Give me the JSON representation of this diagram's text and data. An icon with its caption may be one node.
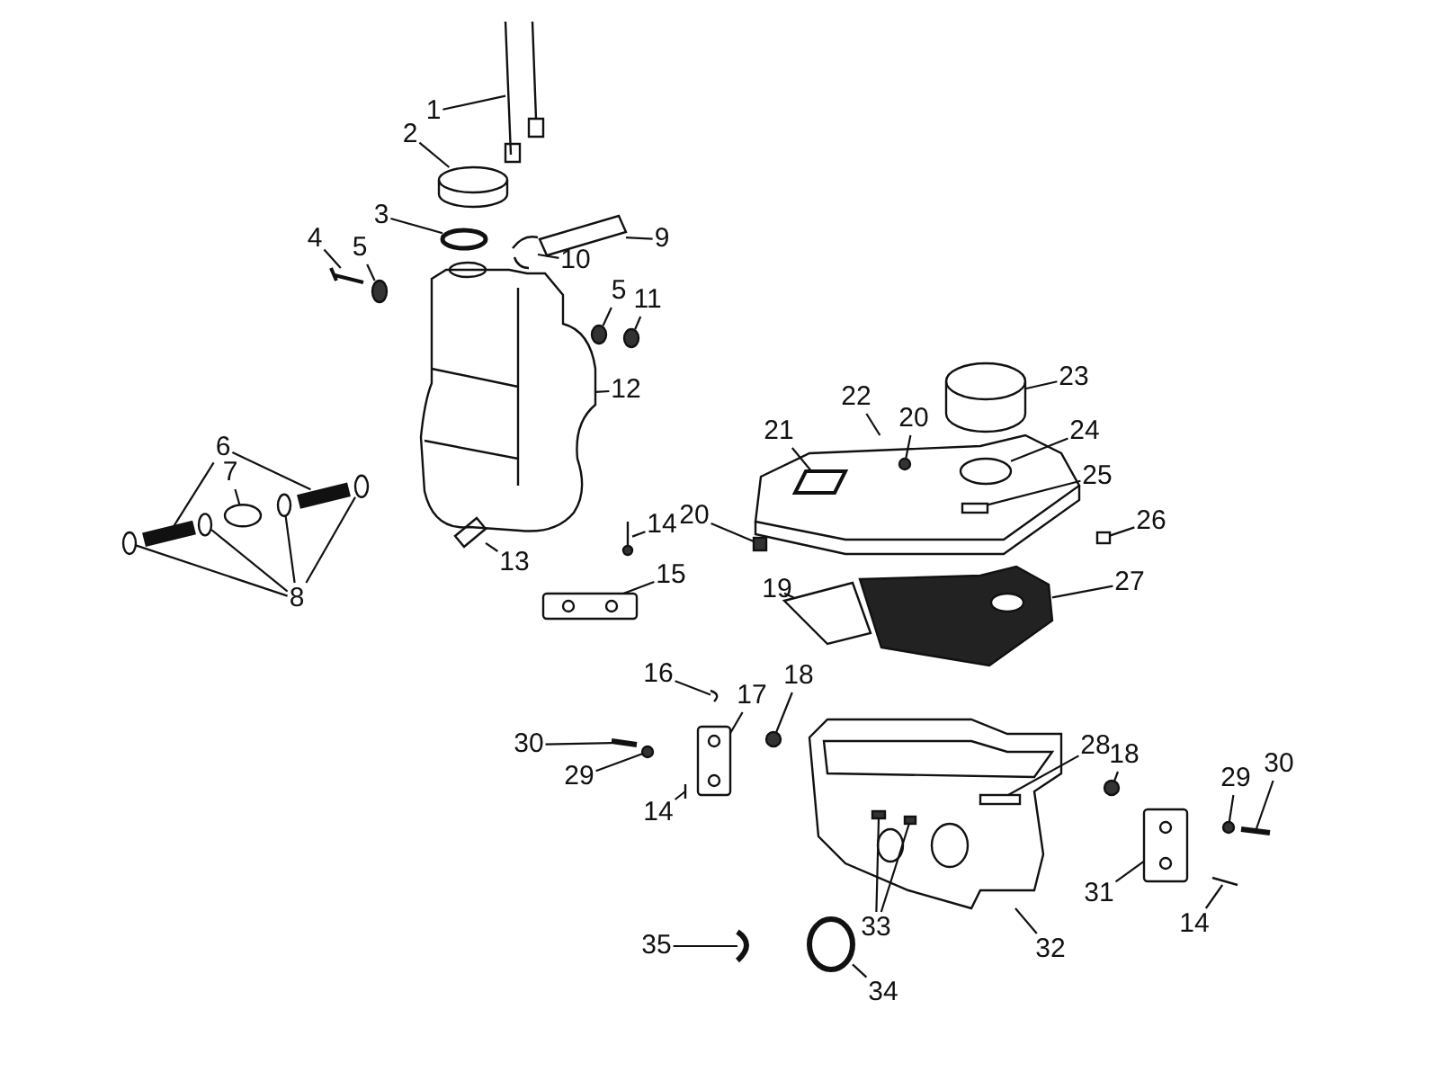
{
  "diagram": {
    "nodes": [
      {
        "text": [
          "1"
        ]
      },
      {
        "text": [
          "2"
        ]
      },
      {
        "text": [
          "3"
        ]
      },
      {
        "text": [
          "4"
        ]
      },
      {
        "text": [
          "5"
        ]
      },
      {
        "text": [
          "9"
        ]
      },
      {
        "text": [
          "10"
        ]
      },
      {
        "text": [
          "5"
        ]
      },
      {
        "text": [
          "11"
        ]
      },
      {
        "text": [
          "12"
        ]
      },
      {
        "text": [
          "6"
        ]
      },
      {
        "text": [
          "7"
        ]
      },
      {
        "text": [
          "8"
        ]
      },
      {
        "text": [
          "14"
        ]
      },
      {
        "text": [
          "13"
        ]
      },
      {
        "text": [
          "15"
        ]
      },
      {
        "text": [
          "21"
        ]
      },
      {
        "text": [
          "22"
        ]
      },
      {
        "text": [
          "20"
        ]
      },
      {
        "text": [
          "23"
        ]
      },
      {
        "text": [
          "24"
        ]
      },
      {
        "text": [
          "25"
        ]
      },
      {
        "text": [
          "20"
        ]
      },
      {
        "text": [
          "26"
        ]
      },
      {
        "text": [
          "19"
        ]
      },
      {
        "text": [
          "27"
        ]
      },
      {
        "text": [
          "16"
        ]
      },
      {
        "text": [
          "17"
        ]
      },
      {
        "text": [
          "18"
        ]
      },
      {
        "text": [
          "30"
        ]
      },
      {
        "text": [
          "29"
        ]
      },
      {
        "text": [
          "14"
        ]
      },
      {
        "text": [
          "28"
        ]
      },
      {
        "text": [
          "18"
        ]
      },
      {
        "text": [
          "29"
        ]
      },
      {
        "text": [
          "30"
        ]
      },
      {
        "text": [
          "31"
        ]
      },
      {
        "text": [
          "14"
        ]
      },
      {
        "text": [
          "33"
        ]
      },
      {
        "text": [
          "32"
        ]
      },
      {
        "text": [
          "34"
        ]
      },
      {
        "text": [
          "35"
        ]
      },
      {
        "text": [],
        "shape": "picture"
      },
      {
        "text": [],
        "shape": "cylinder"
      },
      {
        "text": [],
        "shape": "circle"
      },
      {
        "text": [],
        "shape": "picture"
      },
      {
        "text": [],
        "shape": "circle"
      },
      {
        "text": [],
        "shape": "picture"
      },
      {
        "text": [],
        "shape": "picture"
      },
      {
        "text": [],
        "shape": "circle"
      },
      {
        "text": [],
        "shape": "circle"
      },
      {
        "text": [],
        "shape": "picture"
      },
      {
        "text": [],
        "shape": "picture"
      },
      {
        "text": [],
        "shape": "picture"
      },
      {
        "text": [],
        "shape": "circle"
      },
      {
        "text": [],
        "shape": "circle"
      },
      {
        "text": [],
        "shape": "circle"
      },
      {
        "text": [],
        "shape": "circle"
      },
      {
        "text": [],
        "shape": "circle"
      },
      {
        "text": [],
        "shape": "picture"
      },
      {
        "text": [],
        "shape": "picture"
      },
      {
        "text": [],
        "shape": "picture"
      },
      {
        "text": [],
        "shape": "picture"
      },
      {
        "text": [],
        "shape": "picture",
        "in": 62
      },
      {
        "text": [],
        "shape": "circle",
        "in": 62
      },
      {
        "text": [],
        "shape": "cylinder"
      },
      {
        "text": [],
        "shape": "circle",
        "in": 62
      },
      {
        "text": [],
        "shape": "box",
        "in": 62
      },
      {
        "text": [],
        "shape": "box"
      },
      {
        "text": [],
        "shape": "box"
      },
      {
        "text": [],
        "shape": "picture"
      },
      {
        "text": [],
        "shape": "picture"
      },
      {
        "text": [],
        "shape": "picture"
      },
      {
        "text": [],
        "shape": "picture"
      },
      {
        "text": [],
        "shape": "circle"
      },
      {
        "text": [],
        "shape": "picture"
      },
      {
        "text": [],
        "shape": "circle"
      },
      {
        "text": [],
        "shape": "picture"
      },
      {
        "text": [],
        "shape": "picture"
      },
      {
        "text": [],
        "shape": "box",
        "in": 78
      },
      {
        "text": [],
        "shape": "circle"
      },
      {
        "text": [],
        "shape": "circle"
      },
      {
        "text": [],
        "shape": "picture"
      },
      {
        "text": [],
        "shape": "picture"
      },
      {
        "text": [],
        "shape": "picture"
      },
      {
        "text": [],
        "shape": "box",
        "in": 78
      },
      {
        "text": [],
        "shape": "box",
        "in": 78
      },
      {
        "text": [],
        "shape": "circle"
      },
      {
        "text": [],
        "shape": "picture"
      }
    ],
    "edges": [
      {
        "from": 0,
        "to": 42,
        "arrow": "none"
      },
      {
        "from": 1,
        "to": 43,
        "arrow": "none"
      },
      {
        "from": 2,
        "to": 44,
        "arrow": "none"
      },
      {
        "from": 3,
        "to": 45,
        "arrow": "none"
      },
      {
        "from": 4,
        "to": 46,
        "arrow": "none"
      },
      {
        "from": 5,
        "to": 47,
        "arrow": "none"
      },
      {
        "from": 6,
        "to": 48,
        "arrow": "none"
      },
      {
        "from": 7,
        "to": 49,
        "arrow": "none"
      },
      {
        "from": 8,
        "to": 50,
        "arrow": "none"
      },
      {
        "from": 9,
        "to": 51,
        "arrow": "none"
      },
      {
        "from": 10,
        "to": 52,
        "arrow": "none"
      },
      {
        "from": 10,
        "to": 53,
        "arrow": "none"
      },
      {
        "from": 11,
        "to": 54,
        "arrow": "none"
      },
      {
        "from": 12,
        "to": 55,
        "arrow": "none"
      },
      {
        "from": 12,
        "to": 56,
        "arrow": "none"
      },
      {
        "from": 12,
        "to": 57,
        "arrow": "none"
      },
      {
        "from": 12,
        "to": 58,
        "arrow": "none"
      },
      {
        "from": 13,
        "to": 59,
        "arrow": "none"
      },
      {
        "from": 14,
        "to": 60,
        "arrow": "none"
      },
      {
        "from": 15,
        "to": 61,
        "arrow": "none"
      },
      {
        "from": 16,
        "to": 63,
        "arrow": "none"
      },
      {
        "from": 17,
        "to": 62,
        "arrow": "none"
      },
      {
        "from": 18,
        "to": 64,
        "arrow": "none"
      },
      {
        "from": 19,
        "to": 65,
        "arrow": "none"
      },
      {
        "from": 20,
        "to": 66,
        "arrow": "none"
      },
      {
        "from": 21,
        "to": 67,
        "arrow": "none"
      },
      {
        "from": 22,
        "to": 68,
        "arrow": "none"
      },
      {
        "from": 23,
        "to": 69,
        "arrow": "none"
      },
      {
        "from": 24,
        "to": 70,
        "arrow": "none"
      },
      {
        "from": 25,
        "to": 71,
        "arrow": "none"
      },
      {
        "from": 26,
        "to": 72,
        "arrow": "none"
      },
      {
        "from": 27,
        "to": 73,
        "arrow": "none"
      },
      {
        "from": 28,
        "to": 74,
        "arrow": "none"
      },
      {
        "from": 29,
        "to": 75,
        "arrow": "none"
      },
      {
        "from": 30,
        "to": 76,
        "arrow": "none"
      },
      {
        "from": 31,
        "to": 77,
        "arrow": "none"
      },
      {
        "from": 32,
        "to": 79,
        "arrow": "none"
      },
      {
        "from": 33,
        "to": 80,
        "arrow": "none"
      },
      {
        "from": 34,
        "to": 81,
        "arrow": "none"
      },
      {
        "from": 35,
        "to": 82,
        "arrow": "none"
      },
      {
        "from": 36,
        "to": 83,
        "arrow": "none"
      },
      {
        "from": 37,
        "to": 84,
        "arrow": "none"
      },
      {
        "from": 38,
        "to": 85,
        "arrow": "none"
      },
      {
        "from": 38,
        "to": 86,
        "arrow": "none"
      },
      {
        "from": 39,
        "to": 78,
        "arrow": "none"
      },
      {
        "from": 40,
        "to": 87,
        "arrow": "none"
      },
      {
        "from": 41,
        "to": 88,
        "arrow": "none"
      }
    ]
  }
}
